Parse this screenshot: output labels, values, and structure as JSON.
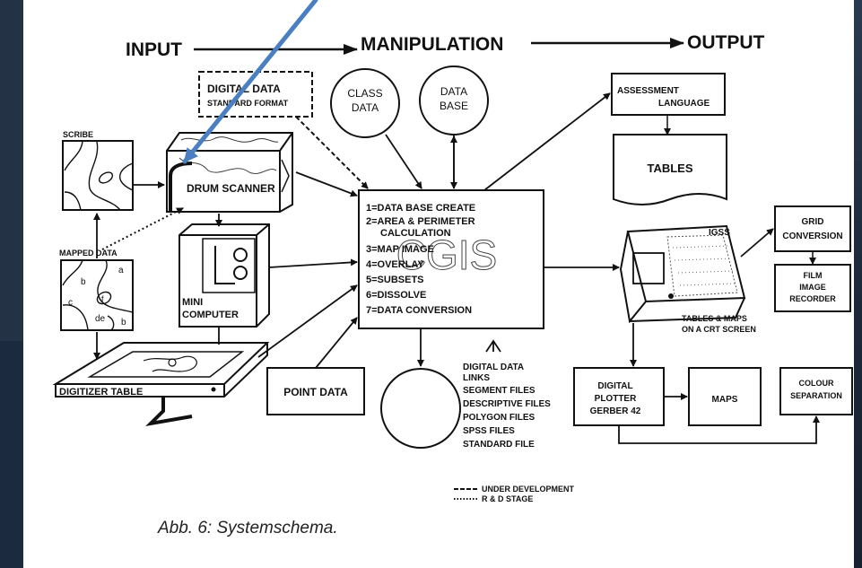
{
  "flow": {
    "input": "INPUT",
    "manipulation": "MANIPULATION",
    "output": "OUTPUT"
  },
  "nodes": {
    "digital_data_line1": "DIGITAL DATA",
    "digital_data_line2": "STANDARD FORMAT",
    "class_data_line1": "CLASS",
    "class_data_line2": "DATA",
    "data_base_line1": "DATA",
    "data_base_line2": "BASE",
    "assessment_line1": "ASSESSMENT",
    "assessment_line2": "LANGUAGE",
    "tables": "TABLES",
    "scribe": "SCRIBE",
    "drum_scanner": "DRUM SCANNER",
    "mapped_data": "MAPPED DATA",
    "mini_line1": "MINI",
    "mini_line2": "COMPUTER",
    "digitizer": "DIGITIZER TABLE",
    "point_data": "POINT DATA",
    "igss": "IGSS",
    "crt_line1": "TABLES & MAPS",
    "crt_line2": "ON A CRT SCREEN",
    "grid_line1": "GRID",
    "grid_line2": "CONVERSION",
    "film_line1": "FILM",
    "film_line2": "IMAGE",
    "film_line3": "RECORDER",
    "plotter_line1": "DIGITAL",
    "plotter_line2": "PLOTTER",
    "plotter_line3": "GERBER 42",
    "maps": "MAPS",
    "colour_line1": "COLOUR",
    "colour_line2": "SEPARATION"
  },
  "map_letters": {
    "b1": "b",
    "a": "a",
    "c": "c",
    "f": "f",
    "de": "de",
    "b2": "b"
  },
  "cgis": {
    "title": "CGIS",
    "items": [
      "1=DATA BASE CREATE",
      "2=AREA & PERIMETER",
      "CALCULATION",
      "3=MAP IMAGE",
      "4=OVERLAY",
      "5=SUBSETS",
      "6=DISSOLVE",
      "7=DATA CONVERSION"
    ]
  },
  "links": {
    "line1": "DIGITAL DATA",
    "line2": "LINKS",
    "files": [
      "SEGMENT FILES",
      "DESCRIPTIVE FILES",
      "POLYGON FILES",
      "SPSS FILES",
      "STANDARD FILE"
    ]
  },
  "legend": {
    "dashed": "UNDER DEVELOPMENT",
    "dotted": "R & D STAGE"
  },
  "caption": "Abb. 6: Systemschema.",
  "colors": {
    "background": "#1f2b3a",
    "pointer_arrow": "#4a7fc1",
    "ink": "#111111"
  }
}
